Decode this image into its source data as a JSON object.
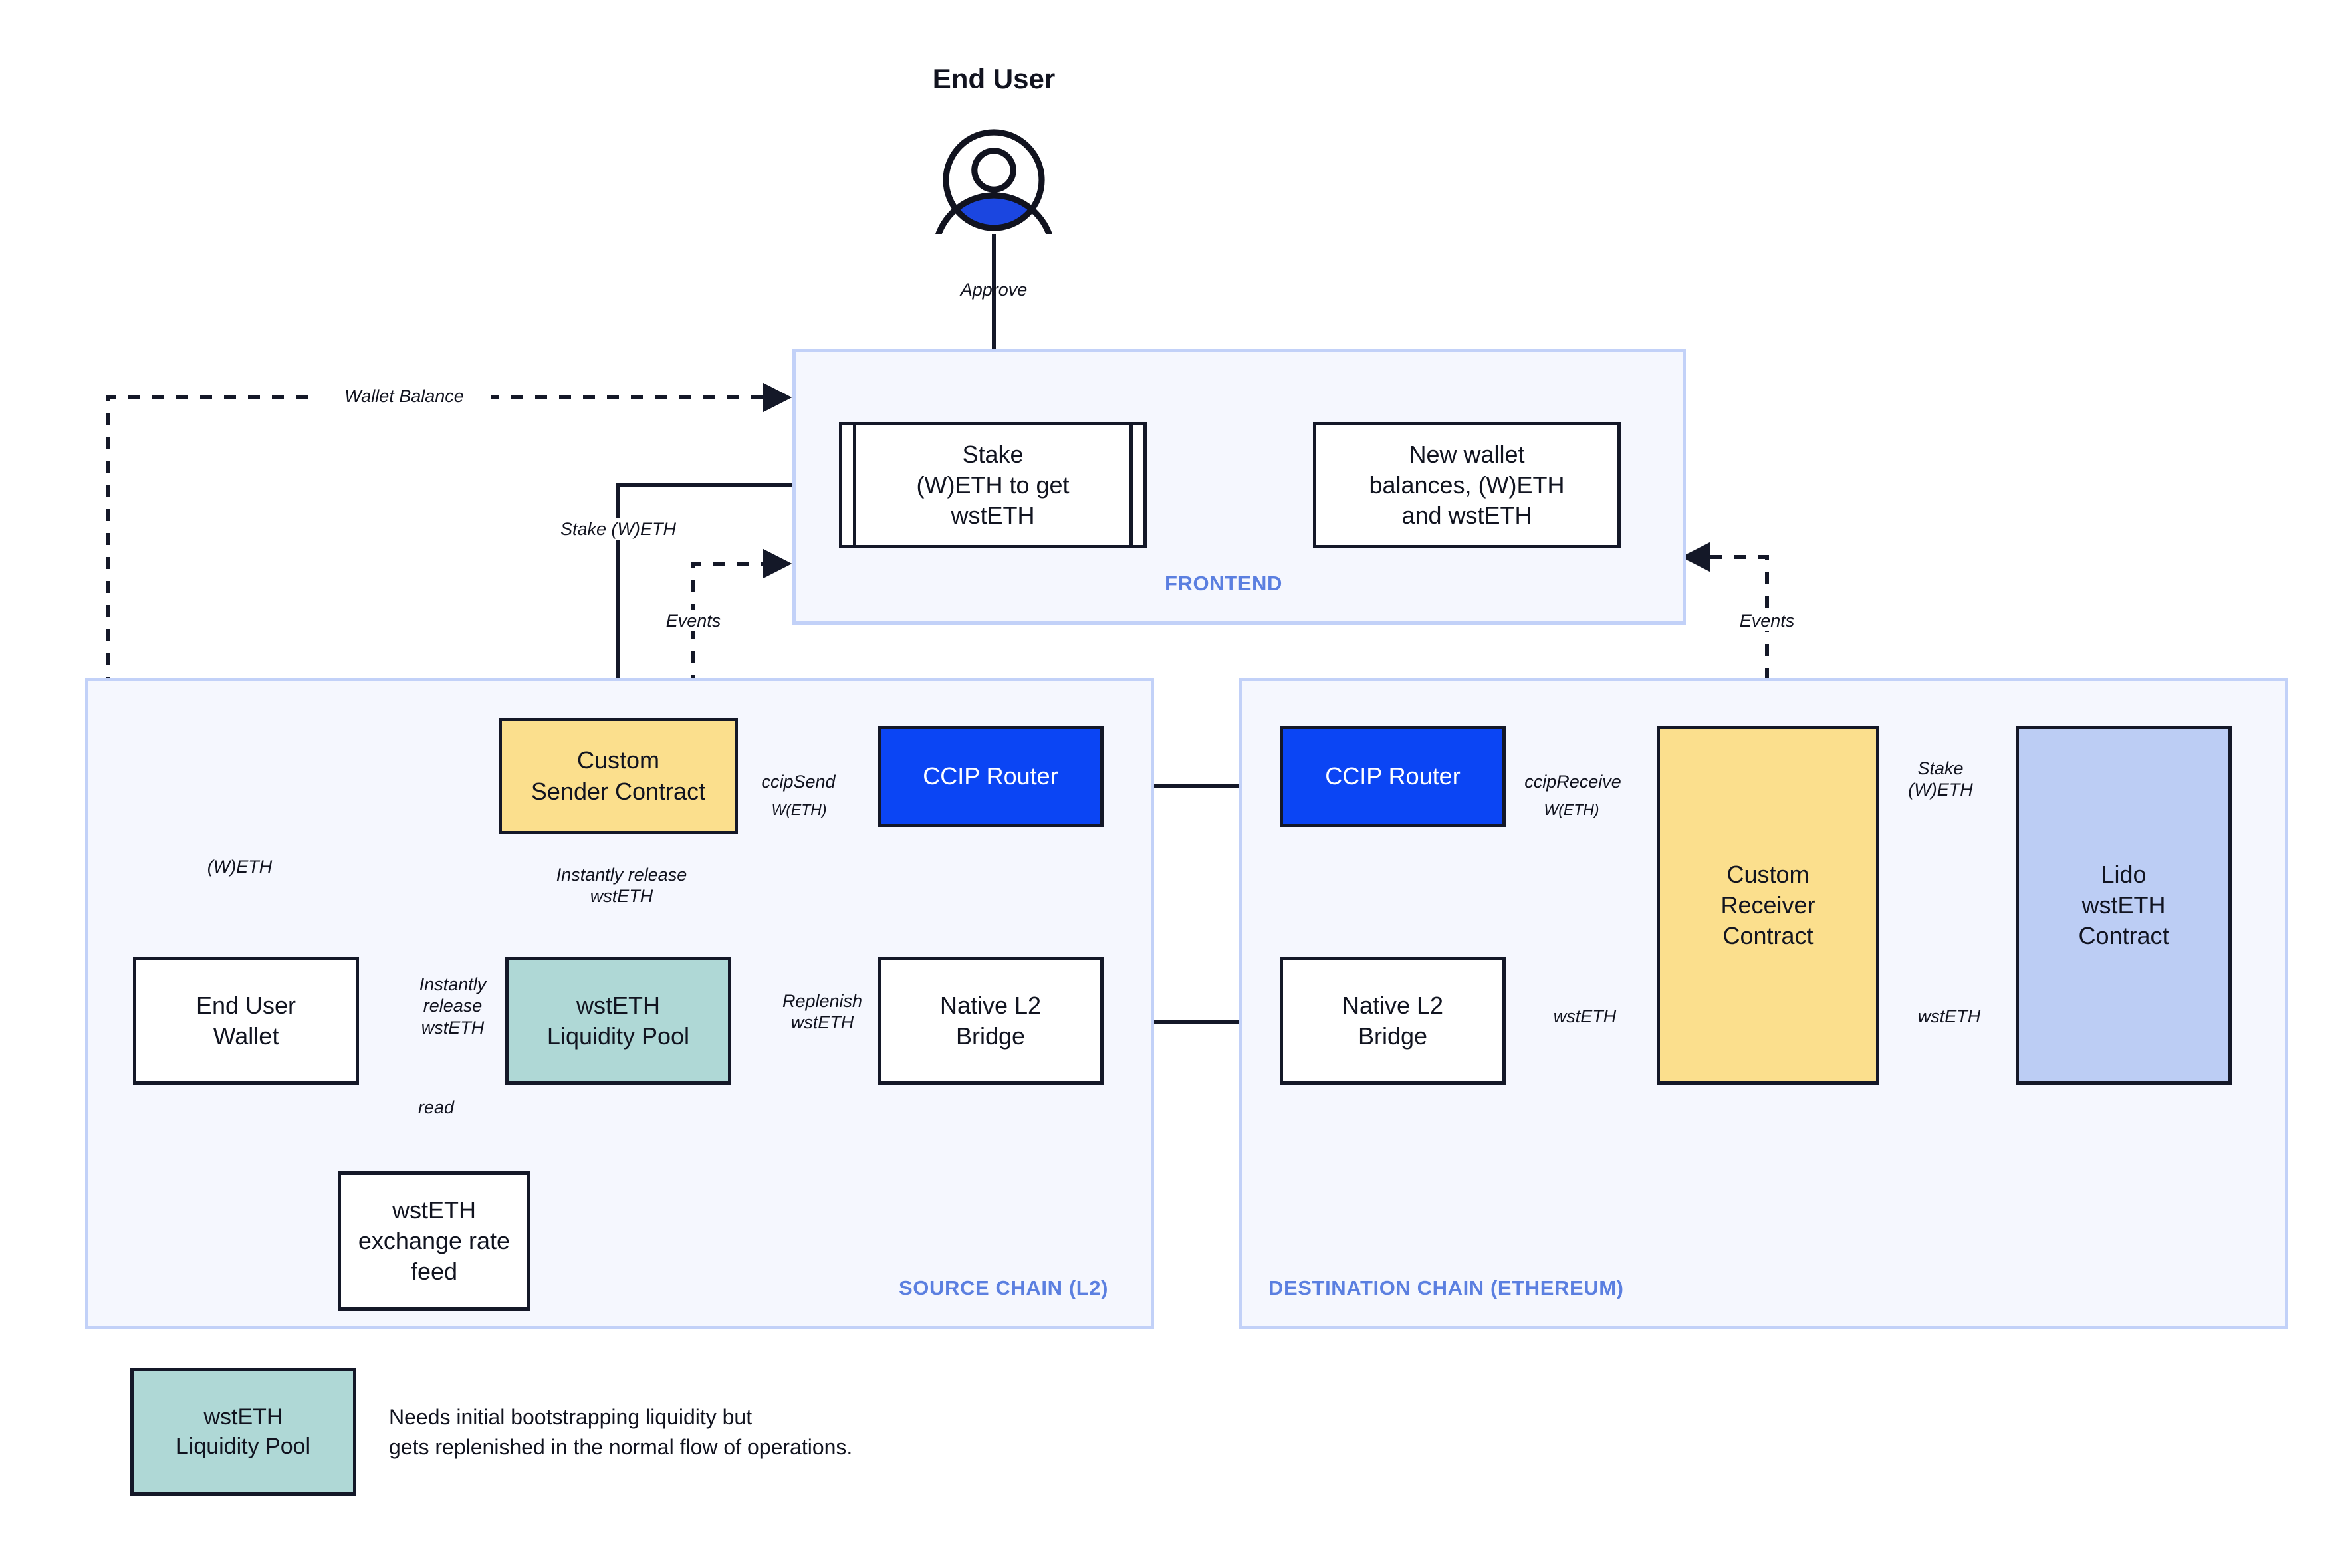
{
  "diagram": {
    "title": "CCIP wstETH cross-chain staking architecture",
    "colors": {
      "orange": "#fbdf8d",
      "teal": "#afd8d6",
      "blue": "#0b45f4",
      "periwinkle": "#bccdf4",
      "group_fill": "#f5f7fe",
      "group_border": "#c2d1f8",
      "group_label": "#5b7fe0",
      "stroke": "#141828"
    }
  },
  "actor": {
    "title": "End User",
    "icon": "user-avatar-icon"
  },
  "groups": [
    {
      "id": "frontend",
      "label": "FRONTEND"
    },
    {
      "id": "source_chain",
      "label": "SOURCE CHAIN (L2)"
    },
    {
      "id": "destination_chain",
      "label": "DESTINATION CHAIN (ETHEREUM)"
    }
  ],
  "nodes": {
    "stake_weth": "Stake\n(W)ETH to get\nwstETH",
    "new_wallet_balances": "New wallet\nbalances, (W)ETH\nand wstETH",
    "custom_sender_contract": "Custom\nSender Contract",
    "ccip_router_source": "CCIP Router",
    "ccip_router_dest": "CCIP Router",
    "wsteth_liquidity_pool": "wstETH\nLiquidity Pool",
    "native_l2_bridge_source": "Native L2\nBridge",
    "native_l2_bridge_dest": "Native L2\nBridge",
    "end_user_wallet": "End User\nWallet",
    "wsteth_exchange_rate_feed": "wstETH\nexchange rate\nfeed",
    "custom_receiver_contract": "Custom\nReceiver\nContract",
    "lido_wsteth_contract": "Lido\nwstETH\nContract"
  },
  "edge_labels": {
    "approve": "Approve",
    "wallet_balance": "Wallet Balance",
    "stake_weth": "Stake (W)ETH",
    "events_left": "Events",
    "events_right": "Events",
    "weth": "(W)ETH",
    "ccip_send": "ccipSend",
    "ccip_send_sub": "W(ETH)",
    "ccip_receive": "ccipReceive",
    "ccip_receive_sub": "W(ETH)",
    "instantly_release_wsteth_down": "Instantly release\nwstETH",
    "instantly_release_wsteth_left": "Instantly\nrelease\nwstETH",
    "replenish_wsteth": "Replenish\nwstETH",
    "read": "read",
    "stake_weth_dest": "Stake\n(W)ETH",
    "wsteth_receiver_to_bridge": "wstETH",
    "wsteth_lido_to_receiver": "wstETH"
  },
  "legend": {
    "swatch_label": "wstETH\nLiquidity Pool",
    "note": "Needs initial bootstrapping liquidity but\ngets replenished in the normal flow of operations."
  }
}
